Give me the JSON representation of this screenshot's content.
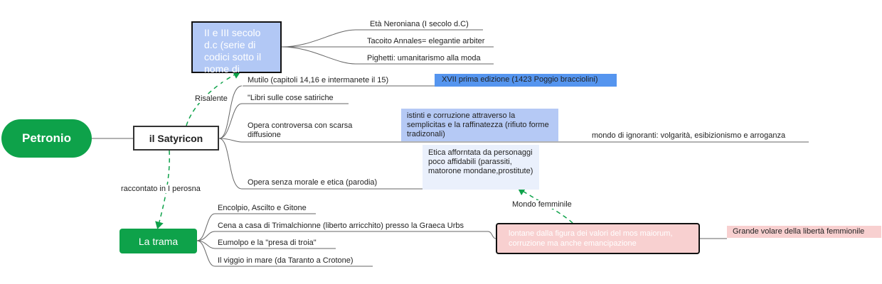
{
  "root": {
    "label": "Petronio"
  },
  "satyricon": {
    "label": "il Satyricon"
  },
  "origin": {
    "label": "II e III secolo d.c (serie di codici sotto il nome di Petronio)"
  },
  "origin_branches": [
    "Età Neroniana (I secolo d.C)",
    "Tacoito Annales= elegantie arbiter",
    "Pighetti: umanitarismo alla moda"
  ],
  "satyricon_branches": [
    "Mutilo (capitoli 14,16 e intermanete il 15)",
    "\"Libri sulle cose satiriche",
    "Opera controversa con scarsa diffusione",
    "Opera senza morale e etica (parodia)"
  ],
  "notes": {
    "xvii": "XVII prima edizione (1423 Poggio bracciolini)",
    "istinti": "istinti e corruzione attraverso la semplicitas e la raffinatezza (rifiuto forme tradizonali)",
    "ignoranti": "mondo di ignoranti: volgarità, esibizionismo e arroganza",
    "etica": "Etica afforntata da personaggi poco affidabili (parassiti, matorone mondane,prostitute)",
    "lontane": "lontane dalla figura dei valori del mos maiorum, corruzione ma anche emancipazione",
    "grande": "Grande volare della libertà femmionile"
  },
  "trama": {
    "label": "La trama"
  },
  "trama_branches": [
    "Encolpio, Ascilto e Gitone",
    "Cena a casa di Trimalchionne (liberto arricchito) presso la Graeca Urbs",
    "Eumolpo e la \"presa di troia\"",
    "Il viggio in mare (da Taranto a Crotone)"
  ],
  "relations": {
    "risalente": "Risalente",
    "raccontato": "raccontato in I perosna",
    "mondo_femminile": "Mondo femminile"
  },
  "colors": {
    "green": "#0ea24a",
    "blue": "#b2c8f5",
    "pink": "#f8d0d0",
    "dashed": "#0ea24a"
  }
}
